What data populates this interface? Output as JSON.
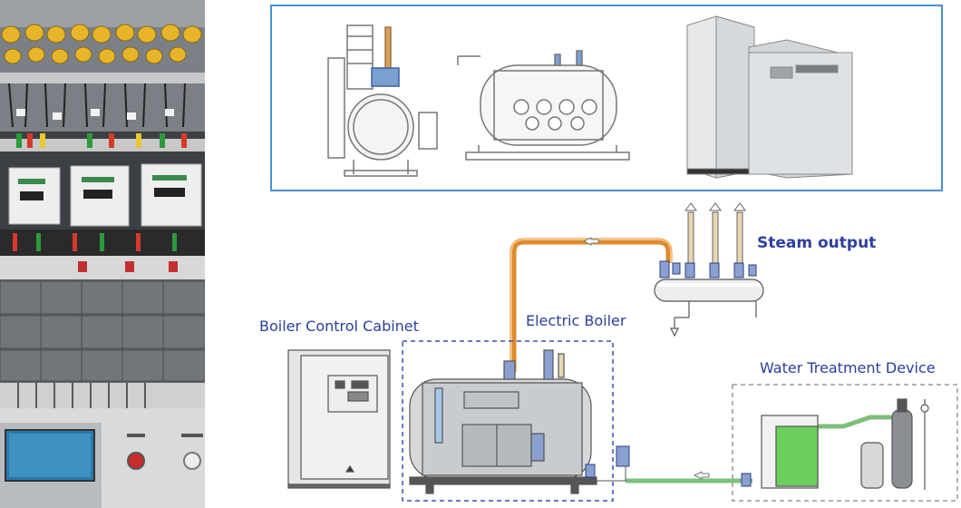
{
  "labels": {
    "steam_output": "Steam output",
    "electric_boiler": "Electric Boiler",
    "control_cabinet": "Boiler Control Cabinet",
    "water_treatment": "Water Treatment Device"
  },
  "colors": {
    "label_blue": "#2a3f9a",
    "frame_blue": "#4a90d0",
    "steam_pipe": "#e08a2c",
    "water_pipe": "#7cc07a",
    "tank_green": "#6ccf5e"
  },
  "icons": [
    "arrow-icon"
  ]
}
